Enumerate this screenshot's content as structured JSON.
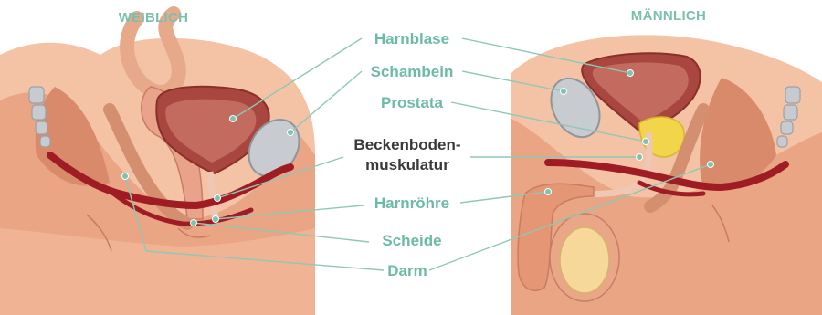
{
  "headings": {
    "female": "WEIBLICH",
    "male": "MÄNNLICH"
  },
  "labels": {
    "bladder": "Harnblase",
    "pubic_bone": "Schambein",
    "prostate": "Prostata",
    "pelvic_floor_line1": "Beckenboden-",
    "pelvic_floor_line2": "muskulatur",
    "urethra": "Harnröhre",
    "vagina": "Scheide",
    "bowel": "Darm"
  },
  "colors": {
    "skin": "#f2b393",
    "skin_dark": "#d98967",
    "muscle": "#a01c24",
    "bladder": "#b95a50",
    "bone": "#c8ccd0",
    "prostate": "#f3d54a",
    "label_teal": "#6dbba6",
    "label_dark": "#3a3a3a"
  }
}
